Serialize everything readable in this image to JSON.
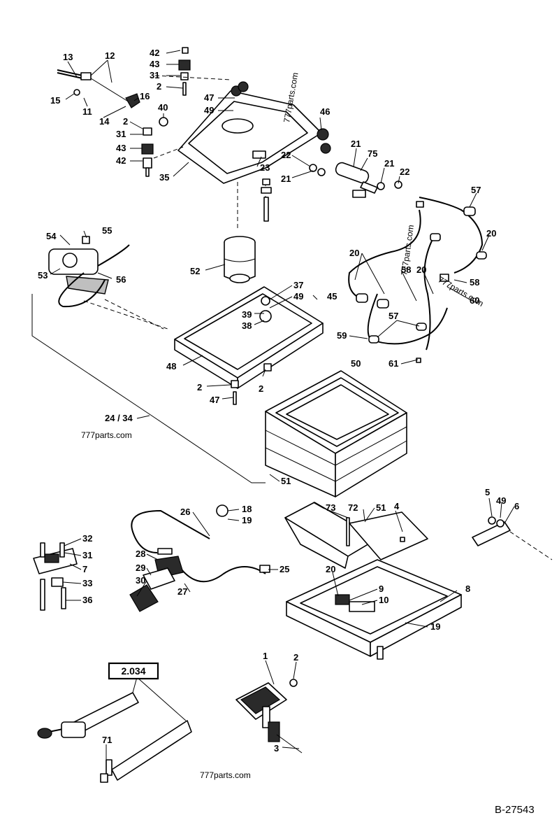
{
  "callouts": {
    "c13": "13",
    "c12": "12",
    "c15": "15",
    "c11": "11",
    "c14": "14",
    "c16": "16",
    "c42a": "42",
    "c43a": "43",
    "c31a": "31",
    "c2a": "2",
    "c47a": "47",
    "c49a": "49",
    "c40": "40",
    "c46": "46",
    "c2b": "2",
    "c31b": "31",
    "c43b": "43",
    "c42b": "42",
    "c35": "35",
    "c23": "23",
    "c22a": "22",
    "c21a": "21",
    "c21b": "21",
    "c75": "75",
    "c21c": "21",
    "c22b": "22",
    "c54": "54",
    "c55": "55",
    "c53": "53",
    "c56": "56",
    "c52": "52",
    "c37": "37",
    "c49b": "49",
    "c45": "45",
    "c39": "39",
    "c38": "38",
    "c57a": "57",
    "c20a": "20",
    "c20b": "20",
    "c58a": "58",
    "c20c": "20",
    "c58b": "58",
    "c60": "60",
    "c57b": "57",
    "c59": "59",
    "c61": "61",
    "c48": "48",
    "c50": "50",
    "c2c": "2",
    "c2d": "2",
    "c47b": "47",
    "c2434": "24 / 34",
    "c51a": "51",
    "c26": "26",
    "c18": "18",
    "c19a": "19",
    "c73": "73",
    "c72": "72",
    "c51b": "51",
    "c4": "4",
    "c5": "5",
    "c49c": "49",
    "c6": "6",
    "c32": "32",
    "c31c": "31",
    "c7": "7",
    "c33": "33",
    "c36": "36",
    "c28": "28",
    "c29": "29",
    "c30": "30",
    "c25": "25",
    "c27": "27",
    "c20d": "20",
    "c9": "9",
    "c10": "10",
    "c8": "8",
    "c19b": "19",
    "c1": "1",
    "c2e": "2",
    "c3": "3",
    "c71": "71"
  },
  "reference_box": "2.034",
  "watermarks": [
    "777parts.com",
    "777parts.com",
    "777parts.com",
    "777parts.com",
    "777parts.com"
  ],
  "drawing_code": "B-27543"
}
